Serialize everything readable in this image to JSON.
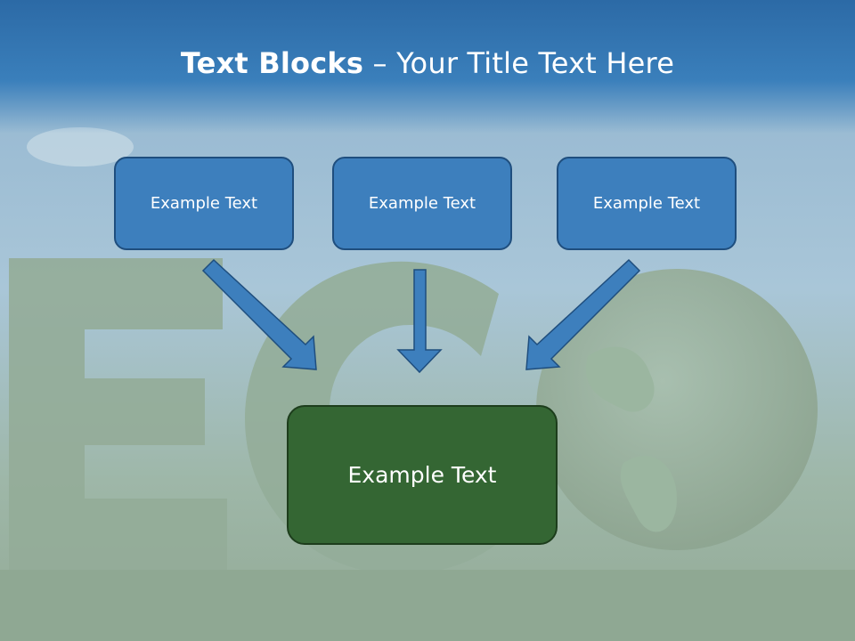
{
  "title": {
    "bold": "Text Blocks",
    "separator": " – ",
    "rest": "Your Title Text Here"
  },
  "blocks": [
    {
      "label": "Example Text"
    },
    {
      "label": "Example Text"
    },
    {
      "label": "Example Text"
    }
  ],
  "target": {
    "label": "Example Text"
  },
  "colors": {
    "header": "#2c6aa6",
    "block_fill": "#3d7fbd",
    "block_border": "#1f4e7e",
    "target_fill": "#346633",
    "target_border": "#1d3d1c",
    "arrow": "#3d7fbd"
  }
}
